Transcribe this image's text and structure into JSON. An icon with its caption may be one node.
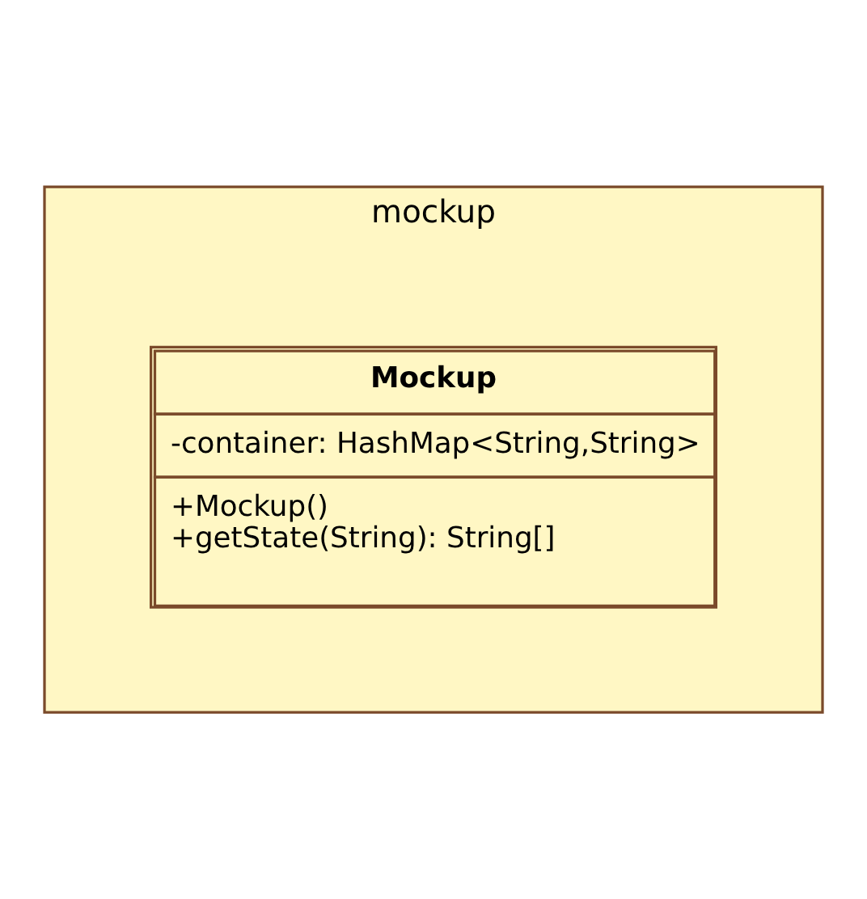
{
  "diagram": {
    "nodes": [
      {
        "text": [
          "mockup"
        ]
      },
      {
        "text": [
          "Mockup",
          "-container: HashMap<String,String>",
          "+Mockup()",
          "+getState(String): String[]"
        ],
        "in": 0
      }
    ],
    "edges": []
  }
}
